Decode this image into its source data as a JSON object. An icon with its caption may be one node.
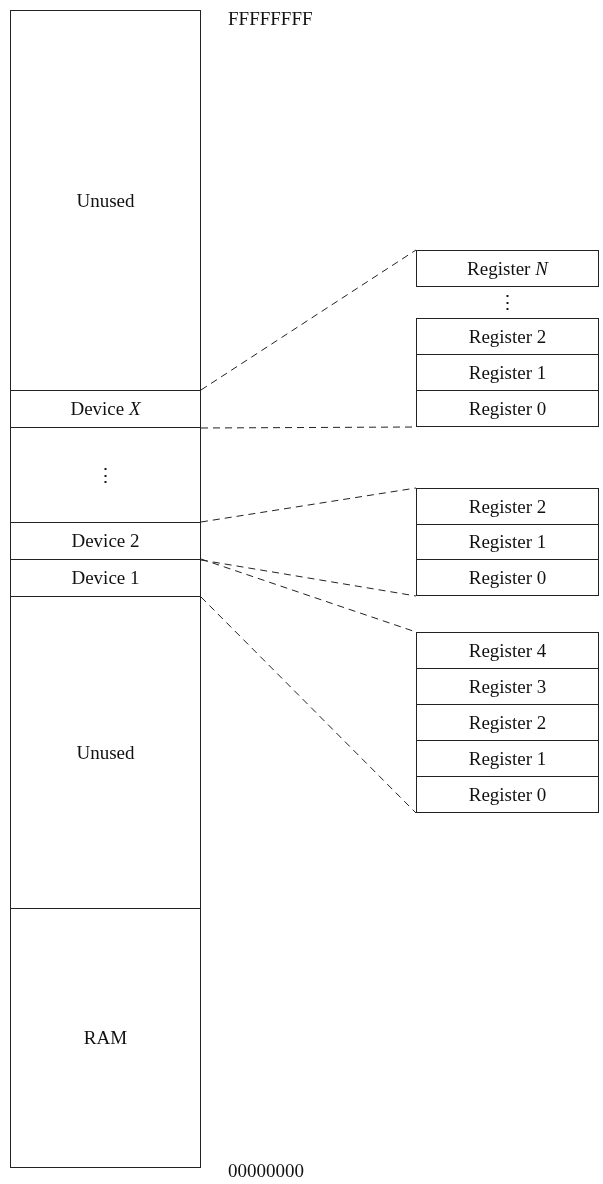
{
  "diagram": {
    "nodes": [
      {
        "text": [
          "Unused"
        ]
      },
      {
        "text": [
          "Device *X*"
        ]
      },
      {
        "text": [
          "⋮"
        ]
      },
      {
        "text": [
          "Device 2"
        ]
      },
      {
        "text": [
          "Device 1"
        ]
      },
      {
        "text": [
          "Unused"
        ]
      },
      {
        "text": [
          "RAM"
        ]
      },
      {
        "text": [
          "Register *N*"
        ]
      },
      {
        "text": [
          "⋮"
        ]
      },
      {
        "text": [
          "Register 2"
        ]
      },
      {
        "text": [
          "Register 1"
        ]
      },
      {
        "text": [
          "Register 0"
        ]
      },
      {
        "text": [
          "Register 2"
        ]
      },
      {
        "text": [
          "Register 1"
        ]
      },
      {
        "text": [
          "Register 0"
        ]
      },
      {
        "text": [
          "Register 4"
        ]
      },
      {
        "text": [
          "Register 3"
        ]
      },
      {
        "text": [
          "Register 2"
        ]
      },
      {
        "text": [
          "Register 1"
        ]
      },
      {
        "text": [
          "Register 0"
        ]
      }
    ],
    "edges": [
      {
        "from": 1,
        "to": 7,
        "arrow": "none",
        "style": "dashed"
      },
      {
        "from": 1,
        "to": 11,
        "arrow": "none",
        "style": "dashed"
      },
      {
        "from": 3,
        "to": 12,
        "arrow": "none",
        "style": "dashed"
      },
      {
        "from": 3,
        "to": 14,
        "arrow": "none",
        "style": "dashed"
      },
      {
        "from": 4,
        "to": 15,
        "arrow": "none",
        "style": "dashed"
      },
      {
        "from": 4,
        "to": 19,
        "arrow": "none",
        "style": "dashed"
      }
    ],
    "labels": [
      "FFFFFFFF",
      "00000000"
    ]
  }
}
